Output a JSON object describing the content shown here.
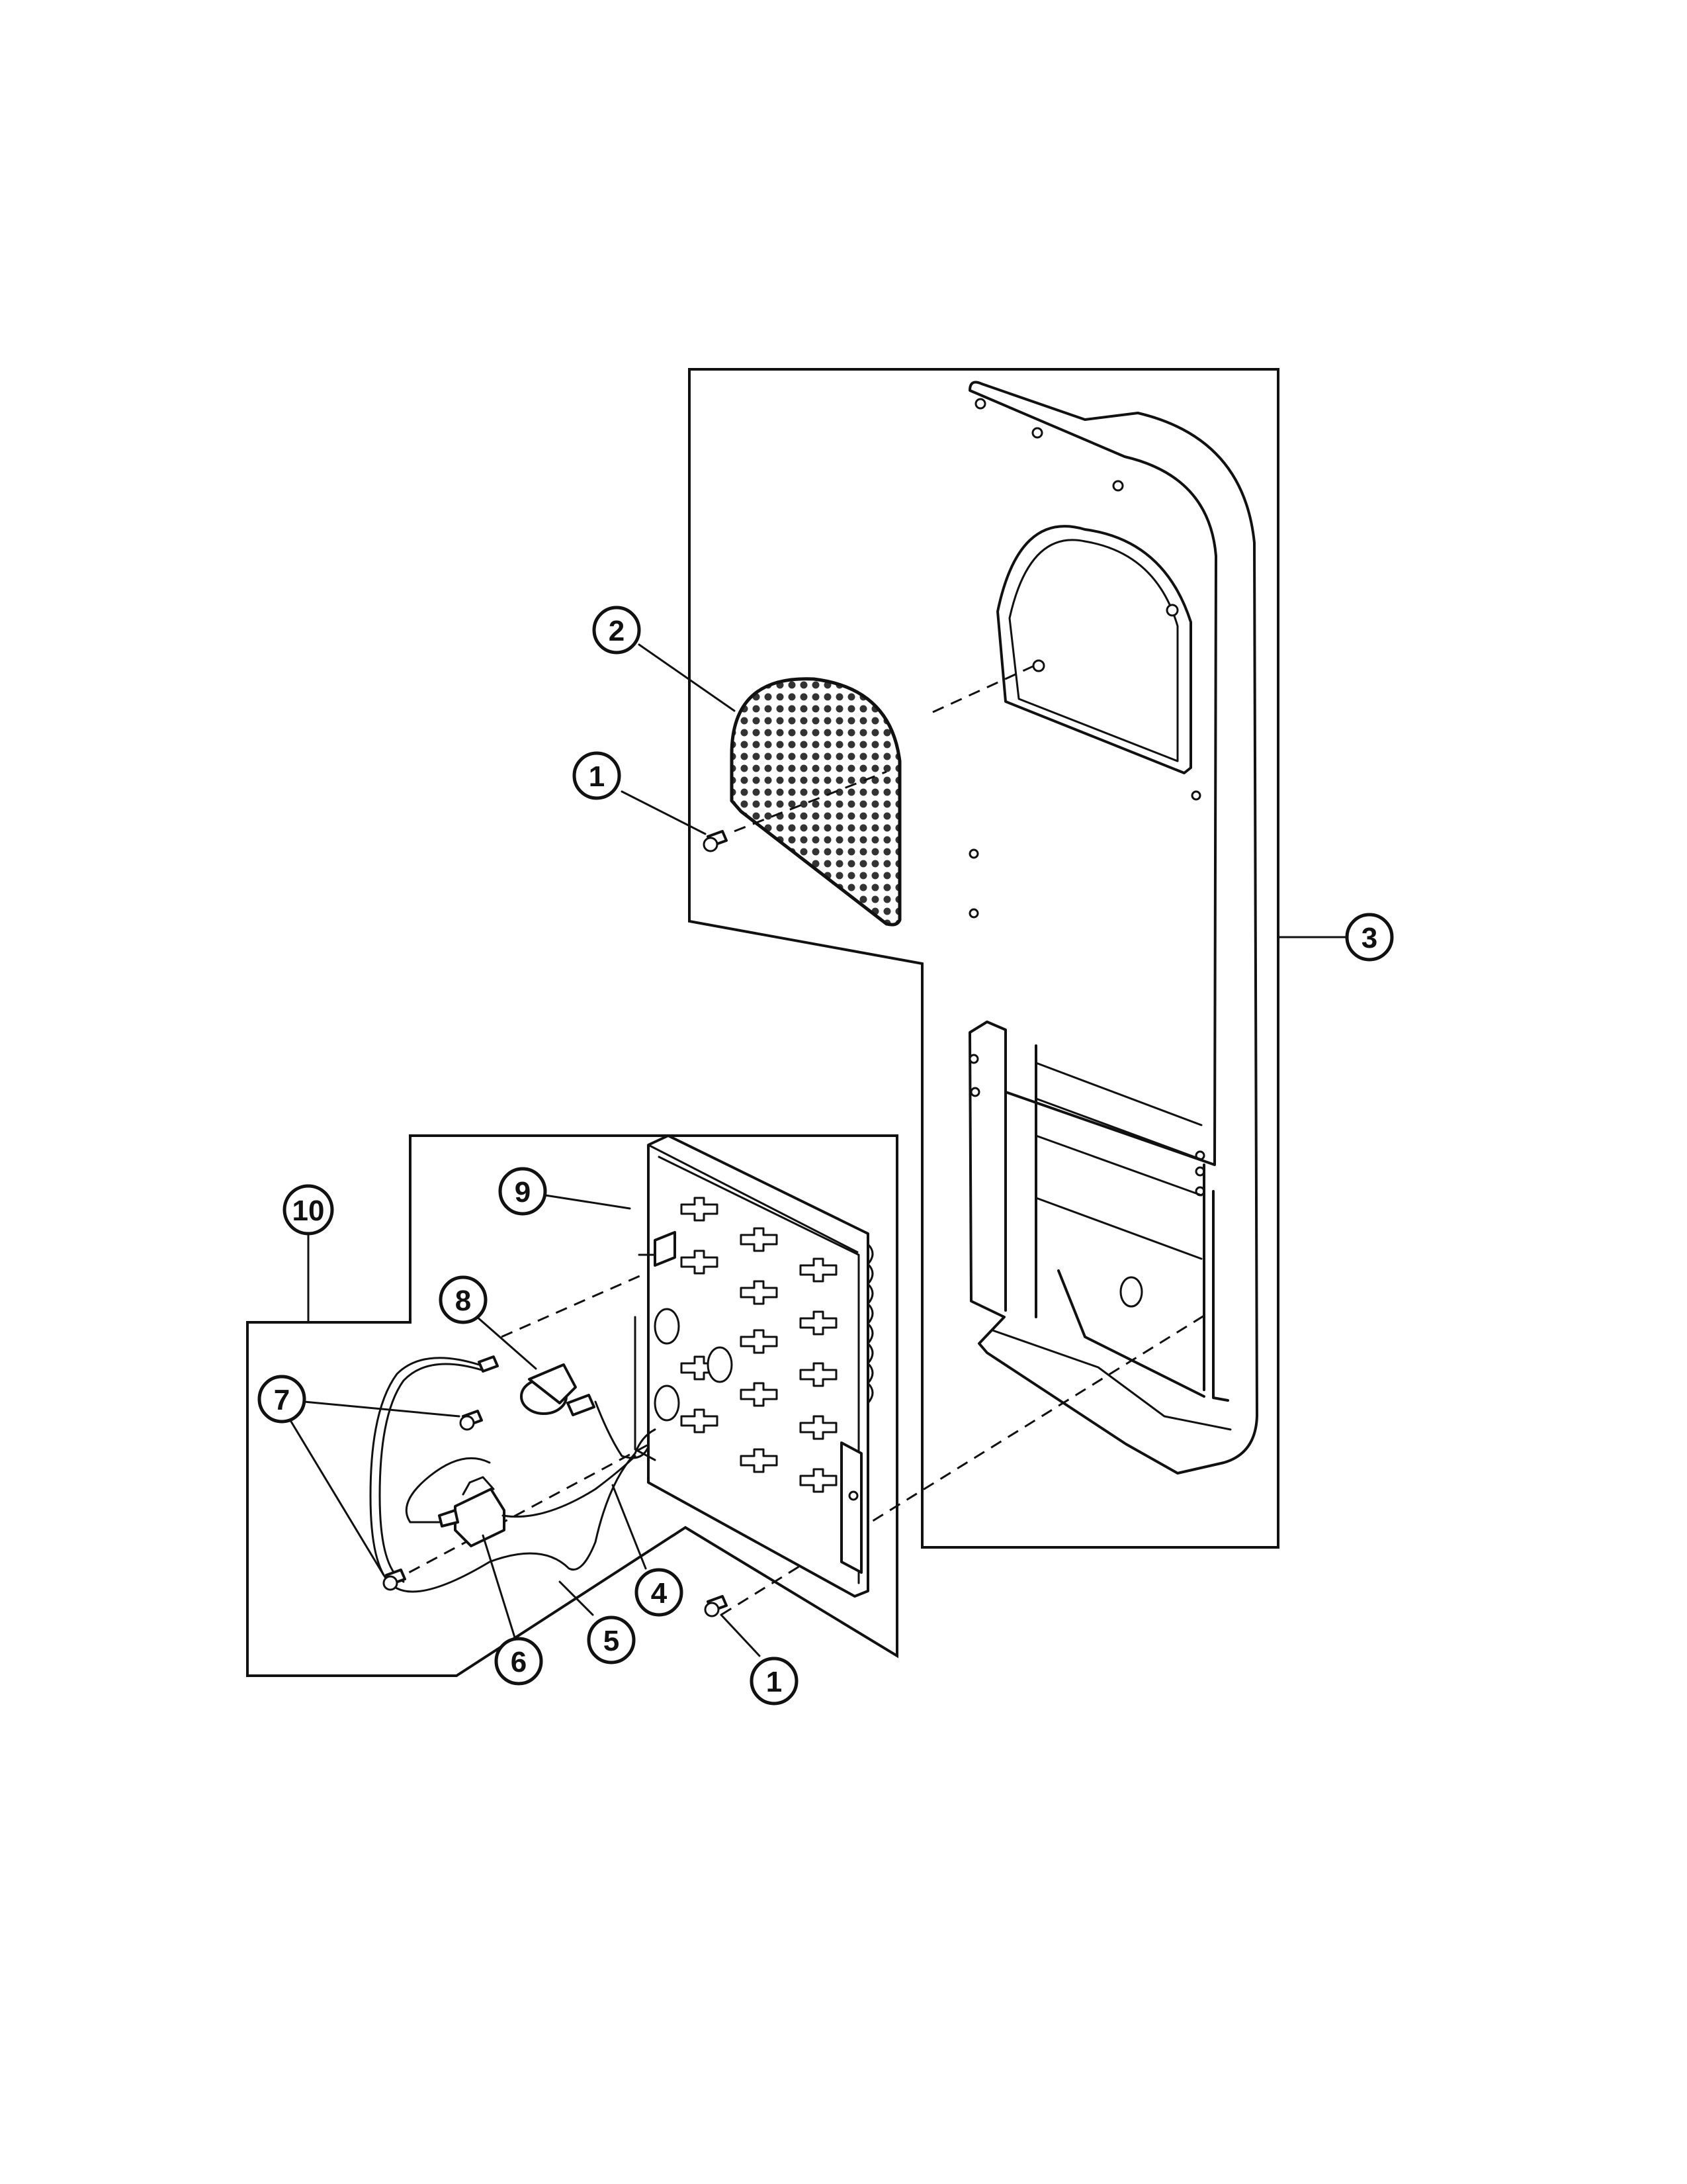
{
  "diagram": {
    "callouts": {
      "c1_top": "1",
      "c2": "2",
      "c3": "3",
      "c4": "4",
      "c5": "5",
      "c6": "6",
      "c7": "7",
      "c8": "8",
      "c9": "9",
      "c10": "10",
      "c1_bottom": "1"
    }
  }
}
